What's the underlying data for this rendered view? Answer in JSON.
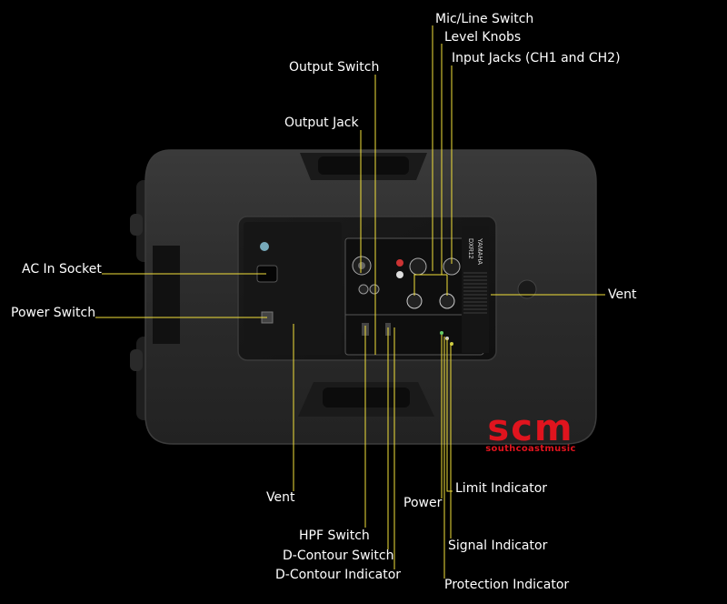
{
  "labels": {
    "mic_line_switch": "Mic/Line Switch",
    "level_knobs": "Level Knobs",
    "input_jacks": "Input Jacks (CH1 and CH2)",
    "output_switch": "Output Switch",
    "output_jack": "Output Jack",
    "ac_in_socket": "AC In Socket",
    "power_switch": "Power Switch",
    "vent_right": "Vent",
    "vent_bottom": "Vent",
    "power": "Power",
    "limit_indicator": "Limit Indicator",
    "hpf_switch": "HPF Switch",
    "signal_indicator": "Signal Indicator",
    "d_contour_switch": "D-Contour Switch",
    "d_contour_indicator": "D-Contour Indicator",
    "protection_indicator": "Protection Indicator"
  },
  "logo": {
    "text": "scm",
    "tagline": "southcoastmusic",
    "color": "#e0141e"
  },
  "panel": {
    "brand": "YAMAHA",
    "model": "DXR12"
  },
  "colors": {
    "background": "#000000",
    "callout_line": "#f2e03a",
    "speaker_body": "#2a2a2a"
  }
}
